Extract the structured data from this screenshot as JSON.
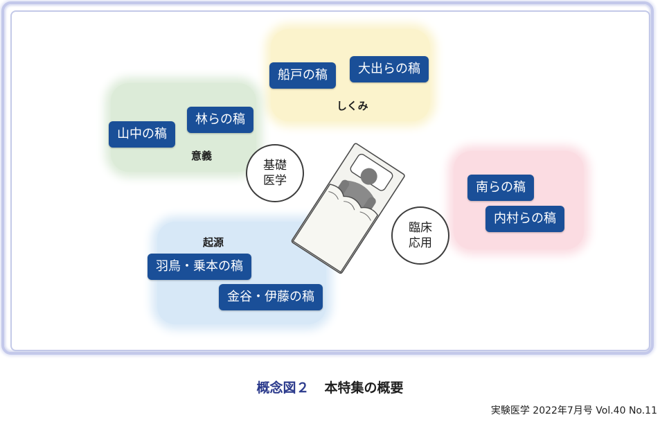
{
  "zones": {
    "yellow": {
      "label": "しくみ",
      "tags": [
        "船戸の稿",
        "大出らの稿"
      ]
    },
    "green": {
      "label": "意義",
      "tags": [
        "林らの稿",
        "山中の稿"
      ]
    },
    "pink": {
      "tags": [
        "南らの稿",
        "内村らの稿"
      ]
    },
    "blue": {
      "label": "起源",
      "tags": [
        "羽鳥・乗本の稿",
        "金谷・伊藤の稿"
      ]
    }
  },
  "circles": {
    "basic": {
      "line1": "基礎",
      "line2": "医学"
    },
    "clinical": {
      "line1": "臨床",
      "line2": "応用"
    }
  },
  "caption": {
    "figure": "概念図２",
    "title": "本特集の概要"
  },
  "credit": "実験医学 2022年7月号 Vol.40 No.11",
  "colors": {
    "tag_bg": "#1a4f98",
    "yellow_zone": "#fbf3cc",
    "green_zone": "#dcebd8",
    "pink_zone": "#fbdce2",
    "blue_zone": "#d7e8f7",
    "frame": "#c3c8ea",
    "caption_accent": "#2b3a8c"
  },
  "icons": {
    "center": "bed-with-patient-icon"
  }
}
